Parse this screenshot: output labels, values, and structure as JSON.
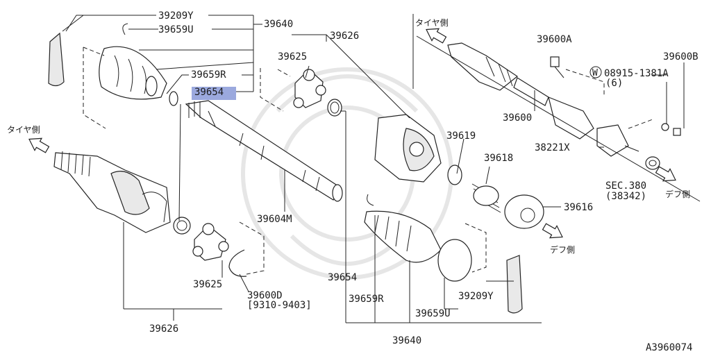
{
  "labels": {
    "p39209y_a": "39209Y",
    "p39640_a": "39640",
    "p39659u_a": "39659U",
    "p39659r_a": "39659R",
    "p39654_a": "39654",
    "p39625_a": "39625",
    "p39626_a": "39626",
    "p39604m": "39604M",
    "p39625_b": "39625",
    "p39600d": "39600D",
    "p39600d_range": "[9310-9403]",
    "p39626_b": "39626",
    "p39619": "39619",
    "p39618": "39618",
    "p39616": "39616",
    "p39654_b": "39654",
    "p39659r_b": "39659R",
    "p39659u_b": "39659U",
    "p39209y_b": "39209Y",
    "p39640_b": "39640",
    "p39600a": "39600A",
    "p39600b": "39600B",
    "w08915": "W",
    "p08915": "08915-1381A",
    "p08915_qty": "(6)",
    "p39600": "39600",
    "p38221x": "38221X",
    "sec380": "SEC.380",
    "sec380_ref": "(38342)",
    "tire_side_a": "タイヤ側",
    "tire_side_b": "タイヤ側",
    "diff_side_a": "デフ側",
    "diff_side_b": "デフ側",
    "diagram_id": "A3960074"
  },
  "highlight": {
    "part": "39654",
    "color": "#8a9ad8"
  },
  "icons": [
    "direction-arrow-icon"
  ]
}
